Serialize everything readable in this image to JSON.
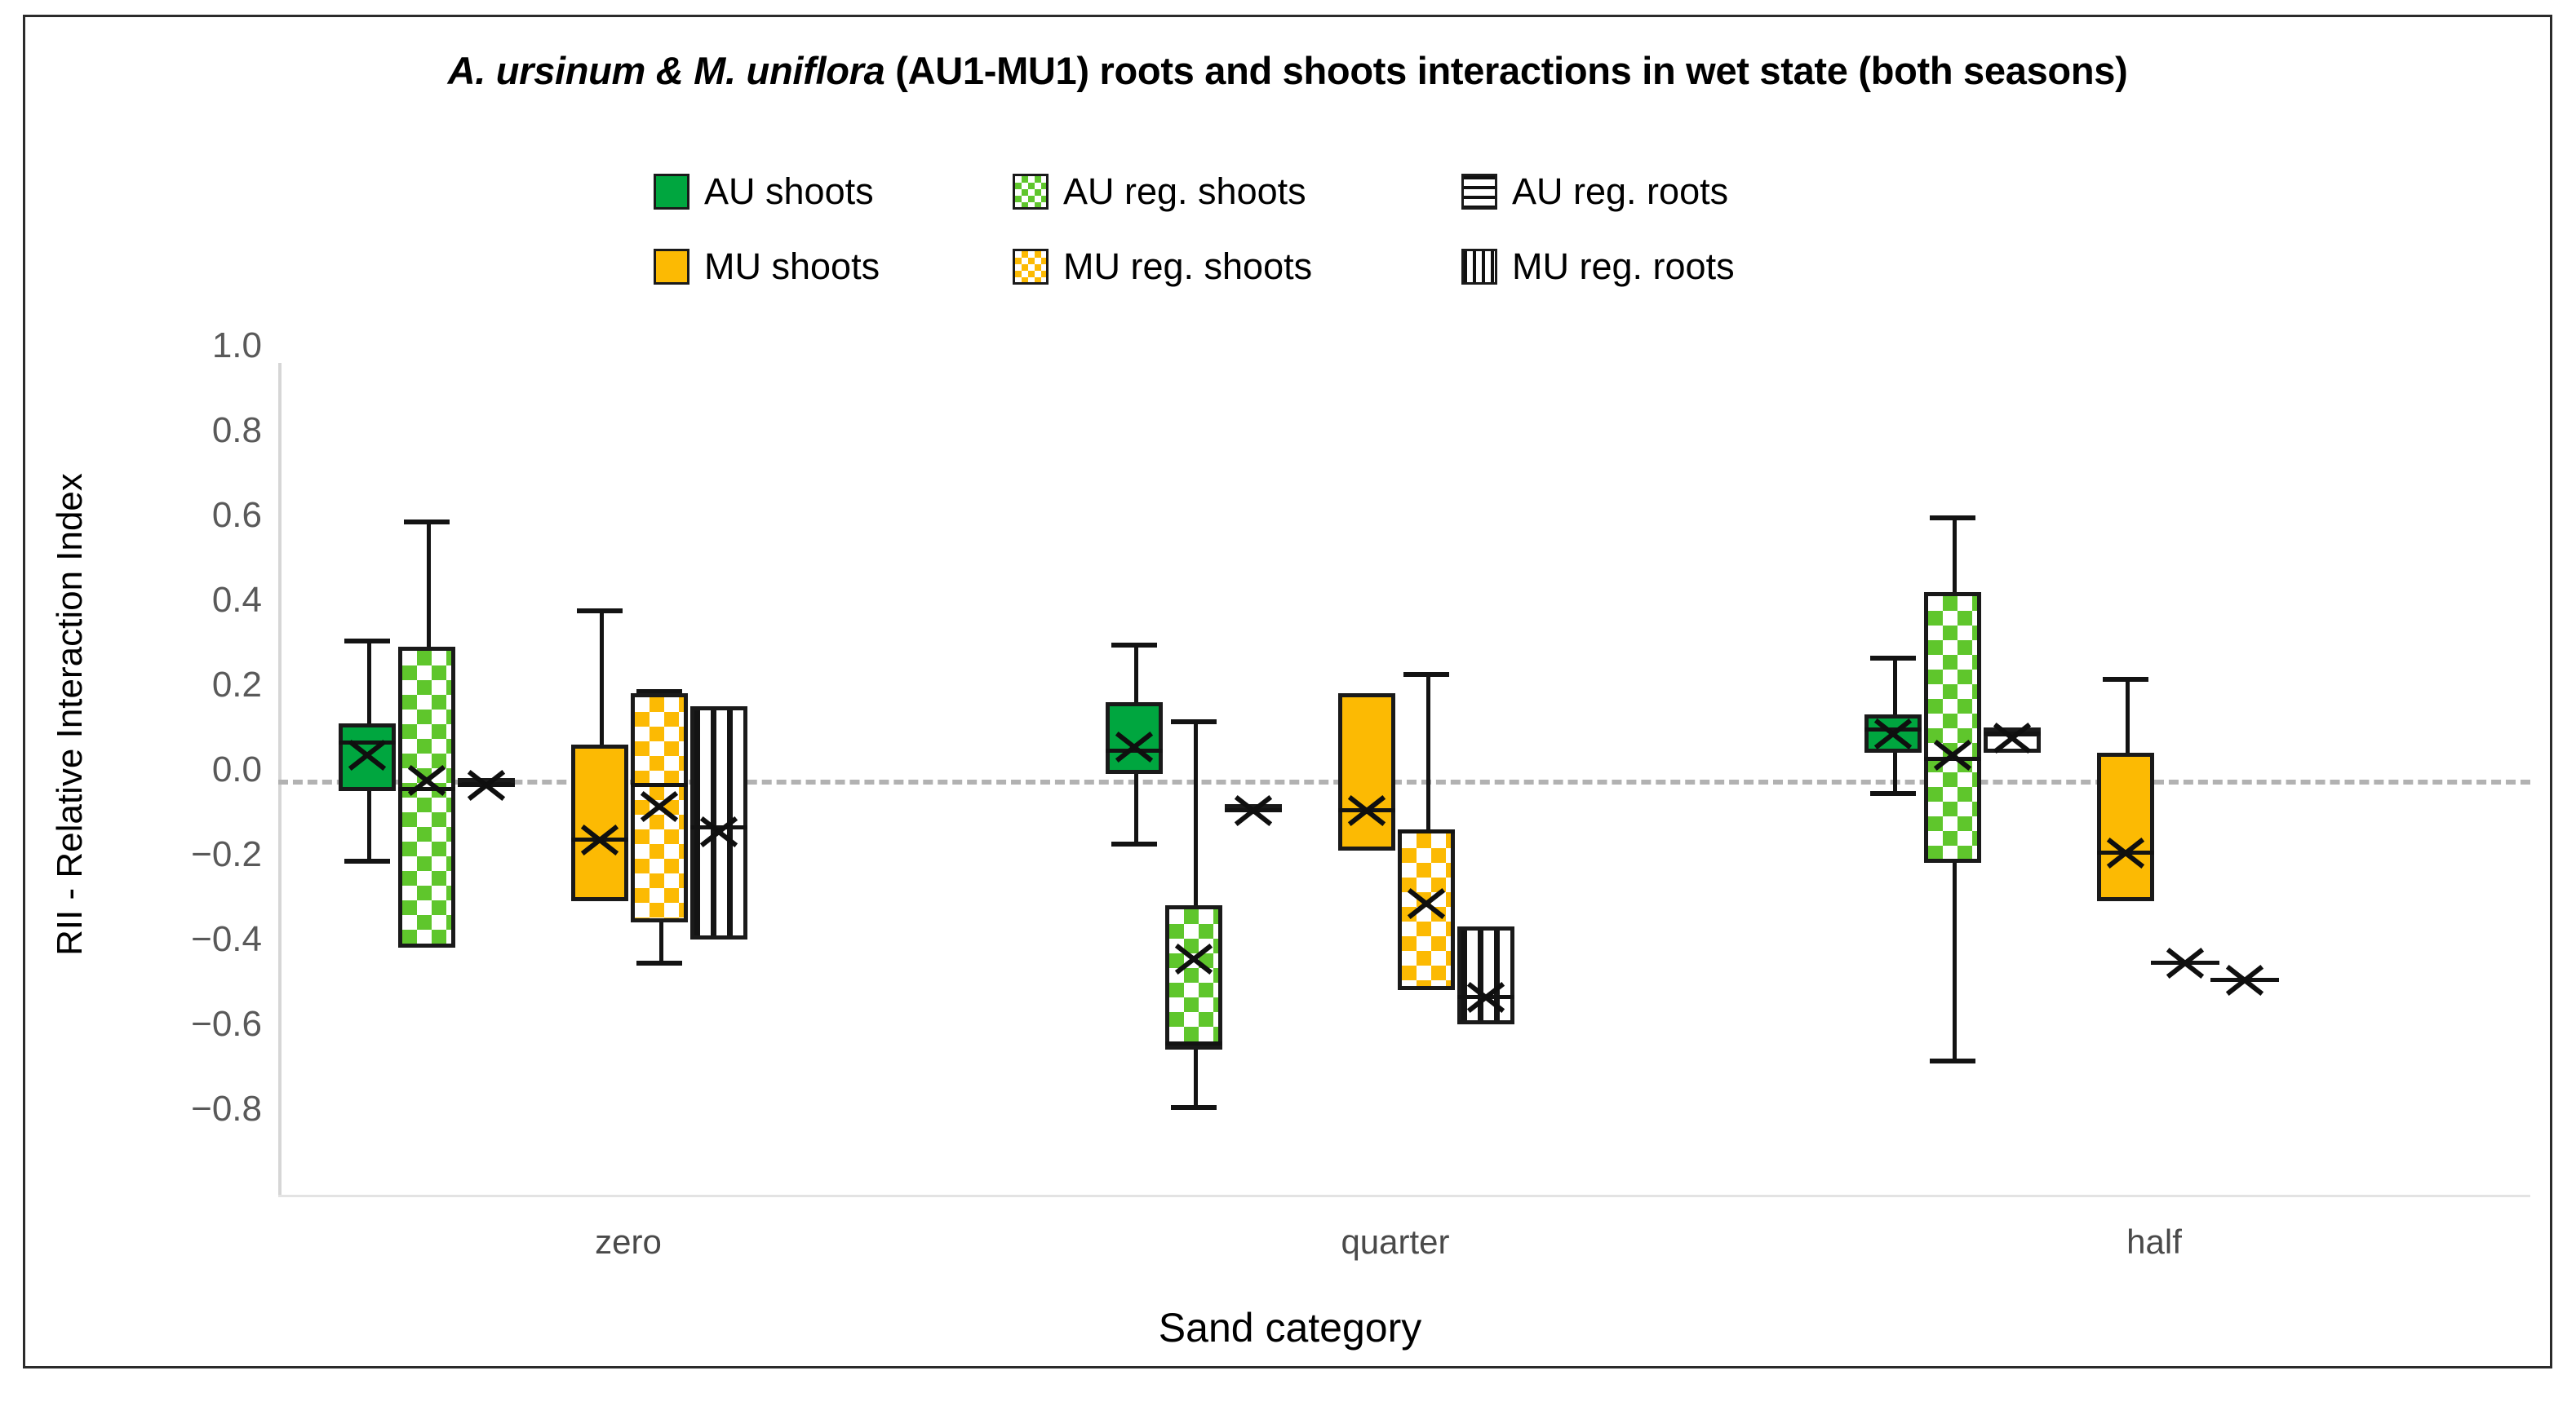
{
  "figure": {
    "title_italic": "A. ursinum & M. uniflora",
    "title_rest": " (AU1-MU1) roots and shoots interactions in wet state (both seasons)",
    "title_full": "A. ursinum & M. uniflora (AU1-MU1) roots and shoots interactions in wet state (both seasons)",
    "border_color": "#2b2b2b",
    "background": "#ffffff"
  },
  "legend": {
    "position": "top-center",
    "items": [
      {
        "label": "AU shoots",
        "pattern": "solid",
        "color": "#00a63f"
      },
      {
        "label": "AU reg. shoots",
        "pattern": "checkerboard",
        "color": "#5fc62c"
      },
      {
        "label": "AU reg. roots",
        "pattern": "horizontal-stripes",
        "color": "#141414"
      },
      {
        "label": "MU shoots",
        "pattern": "solid",
        "color": "#fcba03"
      },
      {
        "label": "MU reg. shoots",
        "pattern": "checkerboard",
        "color": "#fcba03"
      },
      {
        "label": "MU reg. roots",
        "pattern": "vertical-stripes",
        "color": "#141414"
      }
    ]
  },
  "axes": {
    "ylabel": "RII - Relative Interaction Index",
    "xlabel": "Sand category",
    "yticks": [
      "1.0",
      "0.8",
      "0.6",
      "0.4",
      "0.2",
      "0.0",
      "-0.2",
      "-0.4",
      "-0.6",
      "-0.8"
    ],
    "ytick_values": [
      1.0,
      0.8,
      0.6,
      0.4,
      0.2,
      0.0,
      -0.2,
      -0.4,
      -0.6,
      -0.8
    ],
    "ylim": [
      -0.9,
      1.0
    ],
    "zero_reference_line": 0.0,
    "grid": false,
    "categories": [
      "zero",
      "quarter",
      "half"
    ]
  },
  "chart_data": {
    "type": "box",
    "title": "A. ursinum & M. uniflora (AU1-MU1) roots and shoots interactions in wet state (both seasons)",
    "xlabel": "Sand category",
    "ylabel": "RII - Relative Interaction Index",
    "categories": [
      "zero",
      "quarter",
      "half"
    ],
    "ylim": [
      -0.9,
      1.0
    ],
    "legend_position": "top-center",
    "series": [
      {
        "name": "AU shoots",
        "pattern": "solid",
        "color": "#00a63f",
        "boxes": [
          {
            "category": "zero",
            "whisker_low": -0.21,
            "q1": -0.05,
            "median": 0.07,
            "q3": 0.11,
            "whisker_high": 0.31,
            "mean": 0.04
          },
          {
            "category": "quarter",
            "whisker_low": -0.17,
            "q1": -0.01,
            "median": 0.05,
            "q3": 0.16,
            "whisker_high": 0.3,
            "mean": 0.06
          },
          {
            "category": "half",
            "whisker_low": -0.05,
            "q1": 0.04,
            "median": 0.1,
            "q3": 0.13,
            "whisker_high": 0.27,
            "mean": 0.09
          }
        ]
      },
      {
        "name": "AU reg. shoots",
        "pattern": "checkerboard",
        "color": "#5fc62c",
        "boxes": [
          {
            "category": "zero",
            "whisker_low": -0.42,
            "q1": -0.42,
            "median": -0.04,
            "q3": 0.29,
            "whisker_high": 0.59,
            "mean": -0.02
          },
          {
            "category": "quarter",
            "whisker_low": -0.79,
            "q1": -0.66,
            "median": -0.64,
            "q3": -0.32,
            "whisker_high": 0.12,
            "mean": -0.44
          },
          {
            "category": "half",
            "whisker_low": -0.68,
            "q1": -0.22,
            "median": 0.03,
            "q3": 0.42,
            "whisker_high": 0.6,
            "mean": 0.04
          }
        ]
      },
      {
        "name": "AU reg. roots",
        "pattern": "horizontal-stripes",
        "color": "#141414",
        "boxes": [
          {
            "category": "zero",
            "whisker_low": -0.04,
            "q1": -0.04,
            "median": -0.03,
            "q3": -0.02,
            "whisker_high": -0.02,
            "mean": -0.03
          },
          {
            "category": "quarter",
            "whisker_low": -0.1,
            "q1": -0.1,
            "median": -0.09,
            "q3": -0.08,
            "whisker_high": -0.08,
            "mean": -0.09
          },
          {
            "category": "half",
            "whisker_low": 0.04,
            "q1": 0.04,
            "median": 0.09,
            "q3": 0.1,
            "whisker_high": 0.1,
            "mean": 0.08
          }
        ]
      },
      {
        "name": "MU shoots",
        "pattern": "solid",
        "color": "#fcba03",
        "boxes": [
          {
            "category": "zero",
            "whisker_low": -0.31,
            "q1": -0.31,
            "median": -0.16,
            "q3": 0.06,
            "whisker_high": 0.38,
            "mean": -0.16
          },
          {
            "category": "quarter",
            "whisker_low": -0.19,
            "q1": -0.19,
            "median": -0.09,
            "q3": 0.18,
            "whisker_high": 0.18,
            "mean": -0.09
          },
          {
            "category": "half",
            "whisker_low": -0.31,
            "q1": -0.31,
            "median": -0.19,
            "q3": 0.04,
            "whisker_high": 0.22,
            "mean": -0.19
          }
        ]
      },
      {
        "name": "MU reg. shoots",
        "pattern": "checkerboard",
        "color": "#fcba03",
        "boxes": [
          {
            "category": "zero",
            "whisker_low": -0.45,
            "q1": -0.36,
            "median": -0.03,
            "q3": 0.18,
            "whisker_high": 0.19,
            "mean": -0.08
          },
          {
            "category": "quarter",
            "whisker_low": -0.52,
            "q1": -0.52,
            "median": -0.14,
            "q3": -0.14,
            "whisker_high": 0.23,
            "mean": -0.31
          },
          {
            "category": "half",
            "whisker_low": -0.45,
            "q1": -0.45,
            "median": -0.45,
            "q3": -0.45,
            "whisker_high": -0.45,
            "mean": -0.45
          }
        ]
      },
      {
        "name": "MU reg. roots",
        "pattern": "vertical-stripes",
        "color": "#141414",
        "boxes": [
          {
            "category": "zero",
            "whisker_low": -0.4,
            "q1": -0.4,
            "median": -0.13,
            "q3": 0.15,
            "whisker_high": 0.15,
            "mean": -0.14
          },
          {
            "category": "quarter",
            "whisker_low": -0.6,
            "q1": -0.6,
            "median": -0.53,
            "q3": -0.37,
            "whisker_high": -0.37,
            "mean": -0.53
          },
          {
            "category": "half",
            "whisker_low": -0.49,
            "q1": -0.49,
            "median": -0.49,
            "q3": -0.49,
            "whisker_high": -0.49,
            "mean": -0.49
          }
        ]
      }
    ]
  }
}
